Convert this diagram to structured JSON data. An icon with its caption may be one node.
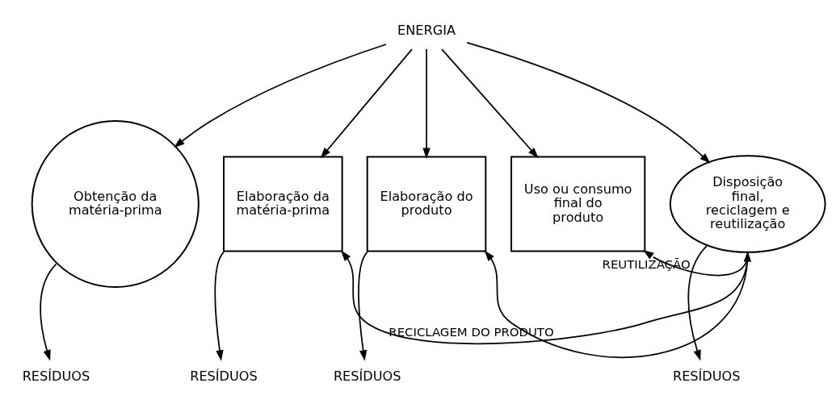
{
  "diagram": {
    "nodes": [
      {
        "text": [
          "ENERGIA"
        ]
      },
      {
        "text": [
          "Obtenção da matéria-prima"
        ]
      },
      {
        "text": [
          "Elaboração da matéria-prima"
        ]
      },
      {
        "text": [
          "Elaboração do produto"
        ]
      },
      {
        "text": [
          "Uso ou consumo final do produto"
        ]
      },
      {
        "text": [
          "Disposição final, reciclagem e reutilização"
        ]
      },
      {
        "text": [
          "RESÍDUOS"
        ]
      },
      {
        "text": [
          "RESÍDUOS"
        ]
      },
      {
        "text": [
          "RESÍDUOS"
        ]
      },
      {
        "text": [
          "RESÍDUOS"
        ]
      }
    ],
    "edges": [
      {
        "from": 0,
        "to": 1,
        "arrow": "to"
      },
      {
        "from": 0,
        "to": 2,
        "arrow": "to"
      },
      {
        "from": 0,
        "to": 3,
        "arrow": "to"
      },
      {
        "from": 0,
        "to": 4,
        "arrow": "to"
      },
      {
        "from": 0,
        "to": 5,
        "arrow": "to"
      },
      {
        "from": 1,
        "to": 6,
        "arrow": "to"
      },
      {
        "from": 2,
        "to": 7,
        "arrow": "to"
      },
      {
        "from": 3,
        "to": 8,
        "arrow": "to"
      },
      {
        "from": 5,
        "to": 9,
        "arrow": "to"
      },
      {
        "from": 5,
        "to": 4,
        "arrow": "to",
        "label": "REUTILIZAÇÃO"
      },
      {
        "from": 5,
        "to": 2,
        "arrow": "to",
        "label": "RECICLAGEM DO PRODUTO"
      },
      {
        "from": 5,
        "to": 3,
        "arrow": "both"
      }
    ]
  }
}
